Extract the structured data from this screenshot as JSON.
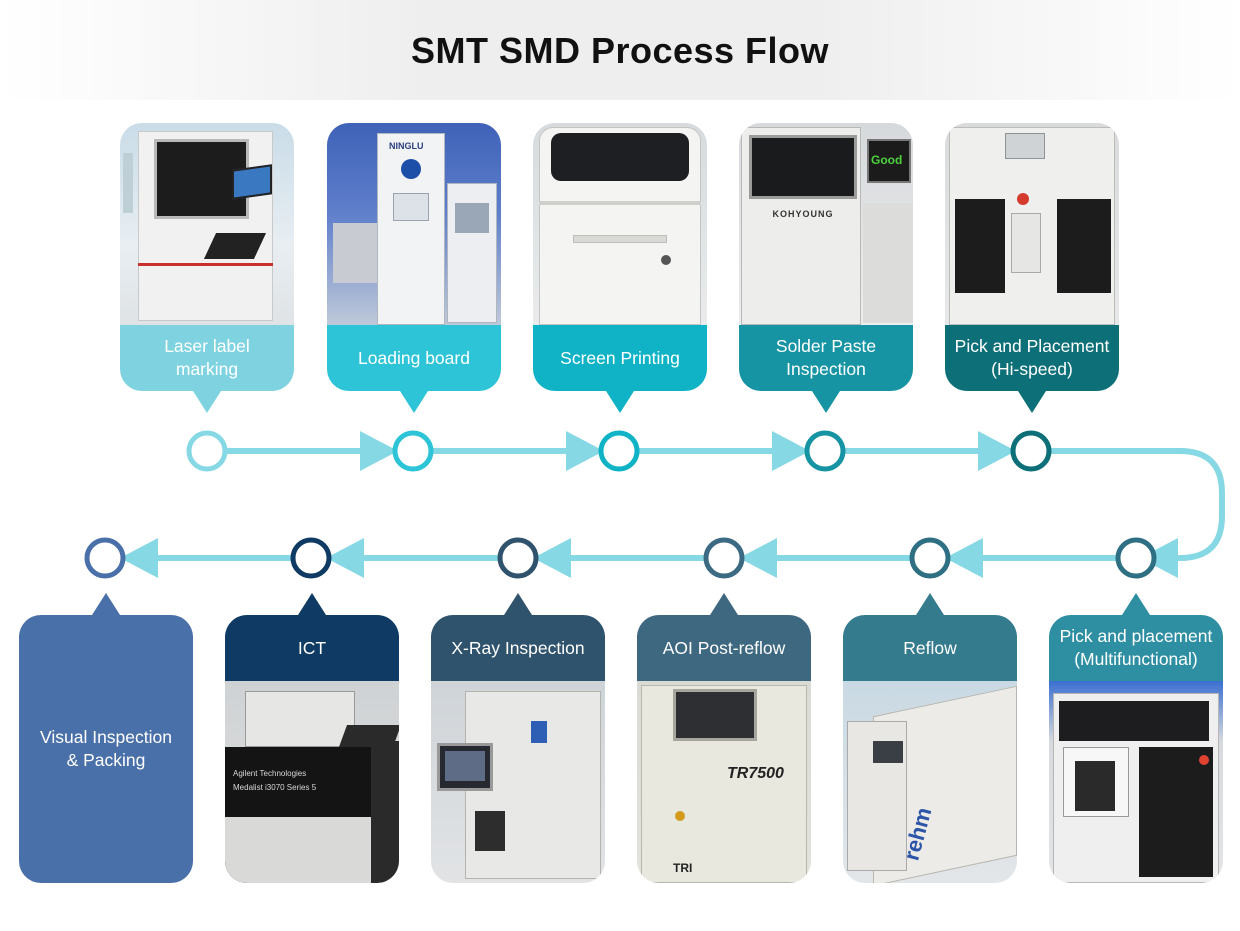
{
  "title": "SMT SMD Process Flow",
  "steps_top": [
    {
      "label_l1": "Laser label",
      "label_l2": "marking",
      "color": "#7fd3e0",
      "node": "#86d8e4"
    },
    {
      "label_l1": "Loading board",
      "label_l2": "",
      "color": "#2ec4d8",
      "node": "#2ec4d8"
    },
    {
      "label_l1": "Screen Printing",
      "label_l2": "",
      "color": "#10b3c6",
      "node": "#10b3c6"
    },
    {
      "label_l1": "Solder Paste",
      "label_l2": "Inspection",
      "color": "#1694a3",
      "node": "#1694a3"
    },
    {
      "label_l1": "Pick and Placement",
      "label_l2": "(Hi-speed)",
      "color": "#0d6f78",
      "node": "#0d6f78"
    }
  ],
  "steps_bottom": [
    {
      "label_l1": "Pick and placement",
      "label_l2": "(Multifunctional)",
      "color": "#2e8ea2",
      "node": "#2e6f84"
    },
    {
      "label_l1": "Reflow",
      "label_l2": "",
      "color": "#347b8e",
      "node": "#2e6f84"
    },
    {
      "label_l1": "AOI Post-reflow",
      "label_l2": "",
      "color": "#3e6880",
      "node": "#3b6a82"
    },
    {
      "label_l1": "X-Ray Inspection",
      "label_l2": "",
      "color": "#2f526d",
      "node": "#2f526d"
    },
    {
      "label_l1": "ICT",
      "label_l2": "",
      "color": "#0e3a63",
      "node": "#0e3a63"
    }
  ],
  "final_step": {
    "label_l1": "Visual Inspection",
    "label_l2": "& Packing",
    "color": "#4a70a9",
    "node": "#4a70a9"
  },
  "machine_texts": {
    "ninglu": "NINGLU",
    "kohyoung": "KOHYOUNG",
    "good": "Good",
    "agilent": "Agilent Technologies",
    "medalist": "Medalist i3070 Series 5",
    "tr7500": "TR7500",
    "tri": "TRI",
    "rehm": "rehm"
  },
  "colors": {
    "connector": "#86d8e4"
  }
}
